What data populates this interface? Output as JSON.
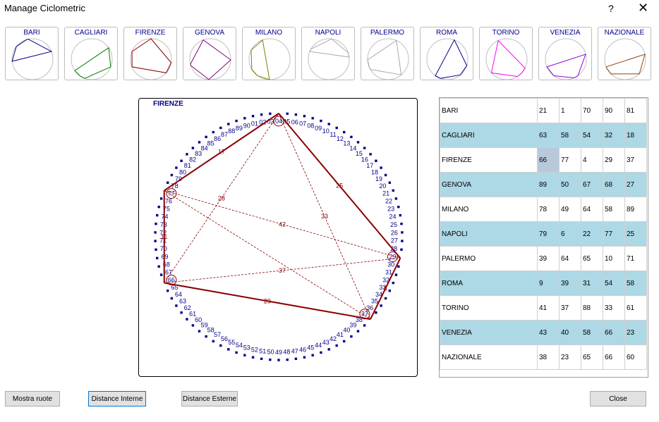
{
  "window": {
    "title": "Manage Ciclometric",
    "help": "?",
    "close": "✕"
  },
  "wheels": [
    {
      "label": "BARI",
      "color": "#00008b",
      "nums": [
        21,
        1,
        70,
        90,
        81
      ]
    },
    {
      "label": "CAGLIARI",
      "color": "#008000",
      "nums": [
        63,
        58,
        54,
        32,
        18
      ]
    },
    {
      "label": "FIRENZE",
      "color": "#8b0000",
      "nums": [
        66,
        77,
        4,
        29,
        37
      ]
    },
    {
      "label": "GENOVA",
      "color": "#800080",
      "nums": [
        89,
        50,
        67,
        68,
        27
      ]
    },
    {
      "label": "MILANO",
      "color": "#808000",
      "nums": [
        78,
        49,
        64,
        58,
        89
      ]
    },
    {
      "label": "NAPOLI",
      "color": "#a9a9a9",
      "nums": [
        79,
        6,
        22,
        77,
        25
      ]
    },
    {
      "label": "PALERMO",
      "color": "#a9a9a9",
      "nums": [
        39,
        64,
        65,
        10,
        71
      ]
    },
    {
      "label": "ROMA",
      "color": "#00008b",
      "nums": [
        9,
        39,
        31,
        54,
        58
      ]
    },
    {
      "label": "TORINO",
      "color": "#ff00ff",
      "nums": [
        41,
        37,
        88,
        33,
        61
      ]
    },
    {
      "label": "VENEZIA",
      "color": "#9400d3",
      "nums": [
        43,
        40,
        58,
        66,
        23
      ]
    },
    {
      "label": "NAZIONALE",
      "color": "#8b4513",
      "nums": [
        38,
        23,
        65,
        66,
        60
      ]
    }
  ],
  "board": {
    "title": "FIRENZE",
    "numbers": [
      66,
      77,
      4,
      29,
      37
    ],
    "outer_distances": [
      {
        "from": 66,
        "to": 77,
        "label": "11"
      },
      {
        "from": 77,
        "to": 4,
        "label": "17"
      },
      {
        "from": 4,
        "to": 29,
        "label": "25"
      },
      {
        "from": 29,
        "to": 37,
        "label": "8"
      },
      {
        "from": 37,
        "to": 66,
        "label": "29"
      }
    ],
    "inner_distances": [
      {
        "from": 66,
        "to": 4,
        "label": "28"
      },
      {
        "from": 77,
        "to": 29,
        "label": "42"
      },
      {
        "from": 4,
        "to": 37,
        "label": "33"
      },
      {
        "from": 66,
        "to": 29,
        "label": "37"
      },
      {
        "from": 77,
        "to": 37,
        "label": ""
      }
    ]
  },
  "table": {
    "rows": [
      {
        "name": "BARI",
        "values": [
          "21",
          "1",
          "70",
          "90",
          "81"
        ]
      },
      {
        "name": "CAGLIARI",
        "values": [
          "63",
          "58",
          "54",
          "32",
          "18"
        ]
      },
      {
        "name": "FIRENZE",
        "values": [
          "66",
          "77",
          "4",
          "29",
          "37"
        ]
      },
      {
        "name": "GENOVA",
        "values": [
          "89",
          "50",
          "67",
          "68",
          "27"
        ]
      },
      {
        "name": "MILANO",
        "values": [
          "78",
          "49",
          "64",
          "58",
          "89"
        ]
      },
      {
        "name": "NAPOLI",
        "values": [
          "79",
          "6",
          "22",
          "77",
          "25"
        ]
      },
      {
        "name": "PALERMO",
        "values": [
          "39",
          "64",
          "65",
          "10",
          "71"
        ]
      },
      {
        "name": "ROMA",
        "values": [
          "9",
          "39",
          "31",
          "54",
          "58"
        ]
      },
      {
        "name": "TORINO",
        "values": [
          "41",
          "37",
          "88",
          "33",
          "61"
        ]
      },
      {
        "name": "VENEZIA",
        "values": [
          "43",
          "40",
          "58",
          "66",
          "23"
        ]
      },
      {
        "name": "NAZIONALE",
        "values": [
          "38",
          "23",
          "65",
          "66",
          "60"
        ]
      }
    ],
    "selected": {
      "row": 2,
      "col": 0
    }
  },
  "buttons": {
    "mostra": "Mostra ruote",
    "interne": "Distance Interne",
    "esterne": "Distance Esterne",
    "close": "Close"
  }
}
